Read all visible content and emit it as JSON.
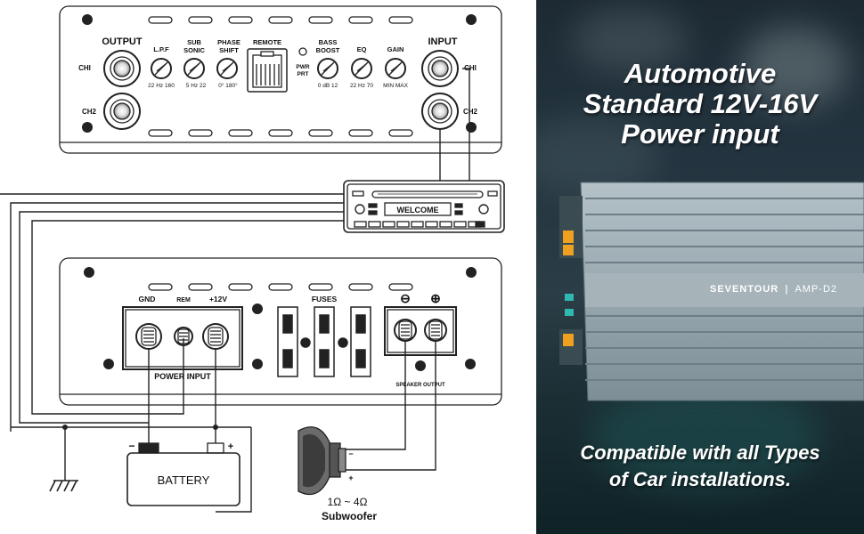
{
  "amp_top": {
    "output_label": "OUTPUT",
    "input_label": "INPUT",
    "ch1": "CHI",
    "ch2": "CH2",
    "knobs": [
      {
        "name": "L.P.F",
        "scale": "22 Hz 160"
      },
      {
        "name": "SUB\nSONIC",
        "scale": "5 Hz 22"
      },
      {
        "name": "PHASE\nSHIFT",
        "scale": "0°      180°"
      },
      {
        "name": "BASS\nBOOST",
        "scale": "0  dB  12"
      },
      {
        "name": "EQ",
        "scale": "22 Hz 70"
      },
      {
        "name": "GAIN",
        "scale": "MIN MAX"
      }
    ],
    "remote_label": "REMOTE",
    "pwr_prt": "PWR\nPRT"
  },
  "head_unit": {
    "display": "WELCOME"
  },
  "amp_bottom": {
    "gnd": "GND",
    "rem": "REM",
    "plus12v": "+12V",
    "fuses": "FUSES",
    "minus_sym": "⊖",
    "plus_sym": "⊕",
    "power_input": "POWER INPUT",
    "speaker_output": "SPEAKER OUTPUT"
  },
  "battery": {
    "label": "BATTERY",
    "minus": "−",
    "plus": "+"
  },
  "subwoofer": {
    "impedance": "1Ω ~ 4Ω",
    "label": "Subwoofer",
    "minus": "−",
    "plus": "+"
  },
  "photo": {
    "headline": [
      "Automotive",
      "Standard 12V-16V",
      "Power input"
    ],
    "brand": "SEVENTOUR",
    "model": "AMP-D2",
    "subline": [
      "Compatible with all Types",
      "of Car installations."
    ],
    "colors": {
      "bg": "#1f3038",
      "amp_body": "#9aaab2",
      "connector": "#f0a020"
    }
  }
}
